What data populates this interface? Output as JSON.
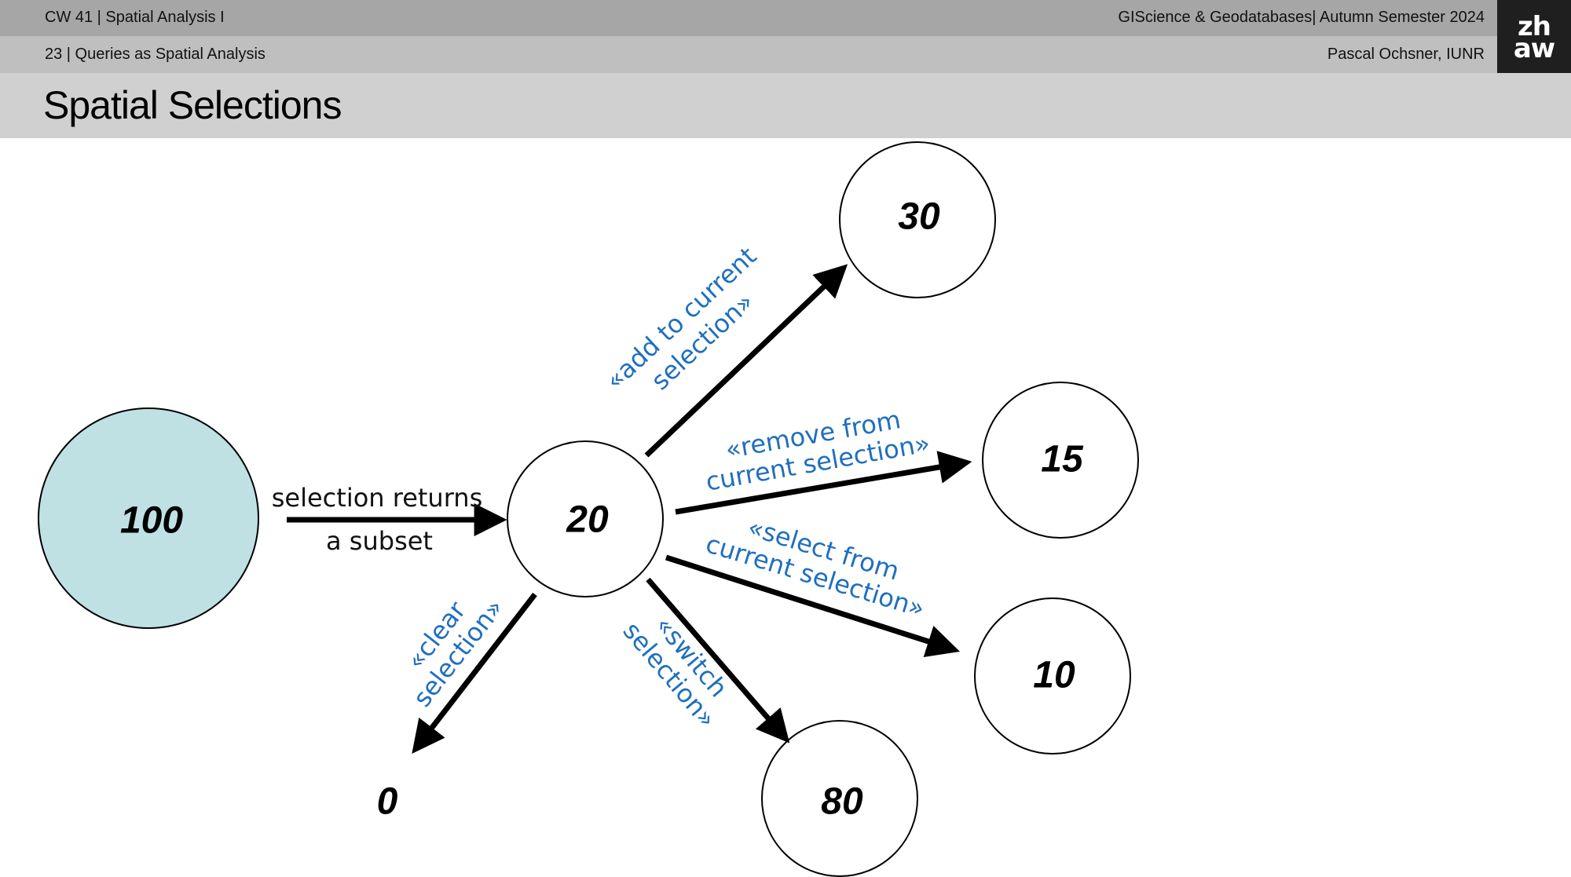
{
  "header": {
    "course_week": "CW 41 | Spatial Analysis I",
    "course_title": "GIScience & Geodatabases| Autumn Semester 2024",
    "slide_info": "23 | Queries as Spatial Analysis",
    "author": "Pascal Ochsner, IUNR",
    "logo_line1": "zh",
    "logo_line2": "aw"
  },
  "slide": {
    "title": "Spatial Selections"
  },
  "diagram": {
    "nodes": {
      "start": "100",
      "subset": "20",
      "add": "30",
      "remove": "15",
      "select_from": "10",
      "switch": "80",
      "clear": "0"
    },
    "labels": {
      "selection_returns_line1": "selection returns",
      "selection_returns_line2": "a subset",
      "add_line1": "«add to current",
      "add_line2": "selection»",
      "remove_line1": "«remove from",
      "remove_line2": "current selection»",
      "select_line1": "«select from",
      "select_line2": "current selection»",
      "switch_line1": "«switch",
      "switch_line2": "selection»",
      "clear_line1": "«clear",
      "clear_line2": "selection»"
    },
    "colors": {
      "start_fill": "#bfe1e4",
      "label_blue": "#1f6fbf"
    }
  }
}
